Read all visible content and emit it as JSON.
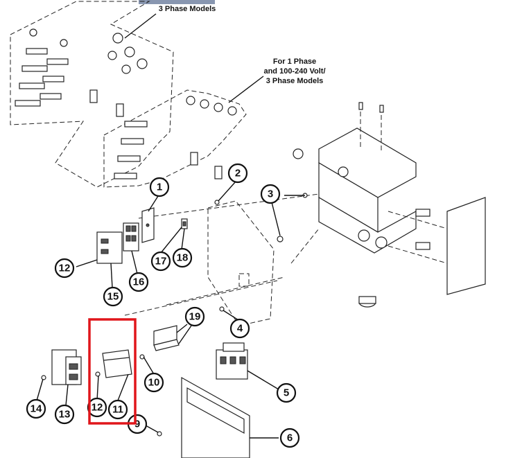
{
  "notes": {
    "three_phase": "3 Phase Models",
    "one_phase_line1": "For 1 Phase",
    "one_phase_line2": "and 100-240 Volt/",
    "one_phase_line3": "3 Phase Models"
  },
  "callouts": [
    "1",
    "2",
    "3",
    "4",
    "5",
    "6",
    "9",
    "10",
    "11",
    "12",
    "12",
    "13",
    "14",
    "15",
    "16",
    "17",
    "18",
    "19"
  ],
  "colors": {
    "highlight": "#e0161b",
    "line": "#222222"
  }
}
